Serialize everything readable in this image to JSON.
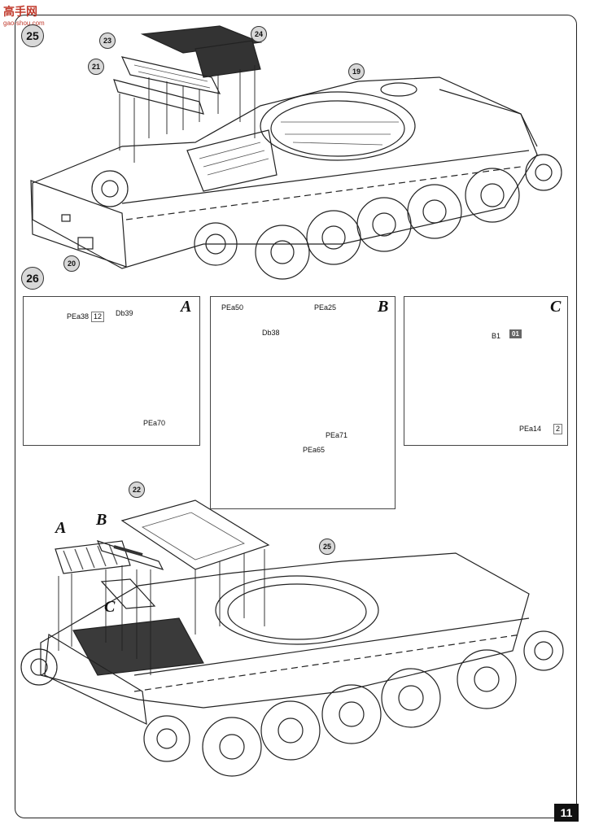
{
  "watermark": {
    "text": "高手网",
    "sub": "gao-shou.com"
  },
  "steps": {
    "s25": "25",
    "s26": "26"
  },
  "callouts": {
    "c23": "23",
    "c24": "24",
    "c21": "21",
    "c19": "19",
    "c20": "20",
    "c22": "22",
    "c25b": "25"
  },
  "panel_a": {
    "letter": "A",
    "part1": "PEa38",
    "qty1": "12",
    "part2": "Db39",
    "part3": "PEa70"
  },
  "panel_b": {
    "letter": "B",
    "part1": "PEa50",
    "part2": "PEa25",
    "part3": "Db38",
    "part4": "PEa71",
    "part5": "PEa65"
  },
  "panel_c": {
    "letter": "C",
    "part1": "B1",
    "tag": "01",
    "part2": "PEa14",
    "qty2": "2"
  },
  "bottom": {
    "letter_a": "A",
    "letter_b": "B",
    "letter_c": "C"
  },
  "page_number": "11"
}
